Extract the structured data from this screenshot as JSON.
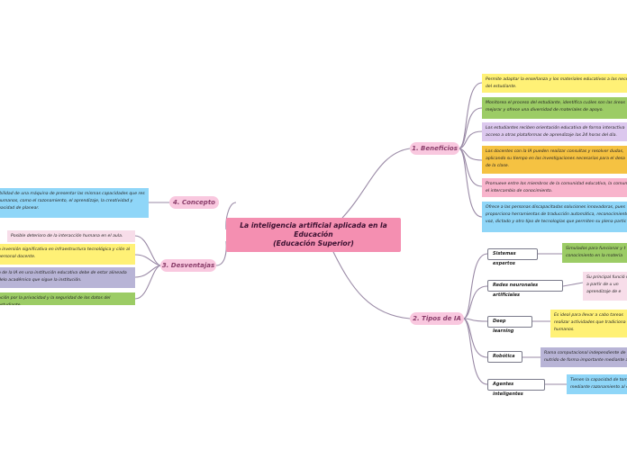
{
  "central": {
    "line1": "La inteligencia artificial aplicada en la Educación",
    "line2": "(Educación Superior)"
  },
  "branches": {
    "benefits": "1. Beneficios",
    "types": "2. Tipos de IA",
    "disadvantages": "3. Desventajas",
    "concept": "4. Concepto"
  },
  "benefits": [
    "Permite adaptar la enseñanza y los materiales educativos a las nece del estudiante.",
    "Monitorea el proceso del estudiante, identifica cuáles son las áreas mejorar y ofrece una diversidad de materiales de apoyo.",
    "Los estudiantes reciben orientación educativa de forma interactiva acceso a otras plataformas de aprendizaje las 24 horas del día.",
    "Los docentes con la IA pueden realizar consultas y resolver dudas, aplicando su tiempo en las investigaciones necesarias para el desa de la clase.",
    "Promueve entre los miembros de la comunidad educativa, la comun y el intercambio de conocimiento.",
    "Ofrece a las personas discapacitadas soluciones innovadoras, pues proporciona herramientas de traducción automática, reconocimiento voz, dictado y otro tipo de tecnologías que permiten su plena partic"
  ],
  "types": [
    {
      "name": "Sistemas expertos",
      "desc": "Simulados para funcionar y t de conocimiento en la materia"
    },
    {
      "name": "Redes neuronales artificiales",
      "desc": "Su principal funció nueva a partir de u un aprendizaje de e"
    },
    {
      "name": "Deep learning",
      "desc": "Es ideal para llevar a cabo tareas realizar actividades que tradiciona humanos."
    },
    {
      "name": "Robótica",
      "desc": "Rama computacional independiente de la nutrido de forma importante mediante a"
    },
    {
      "name": "Agentes inteligentes",
      "desc": "Tienen la capacidad de toma mediante razonamiento al e"
    }
  ],
  "concept": "ibilidad de una máquina de presentar las mismas capacidades que res humanos, como el razonamiento, el aprendizaje, la creatividad y pacidad de planear.",
  "disadvantages": [
    "Posible deterioro de la interacción humana en el aula.",
    "a inversión significativa en infraestructura tecnológica y ción al personal docente.",
    "o de la IA en una institución educativa debe de estar alineada delo académico que sigue la institución.",
    "ación por la privacidad y la seguridad de los datos del estudiante."
  ],
  "colors": {
    "line": "#9a8aa6",
    "central": "#f48fb1",
    "branch": "#f9c8df"
  }
}
